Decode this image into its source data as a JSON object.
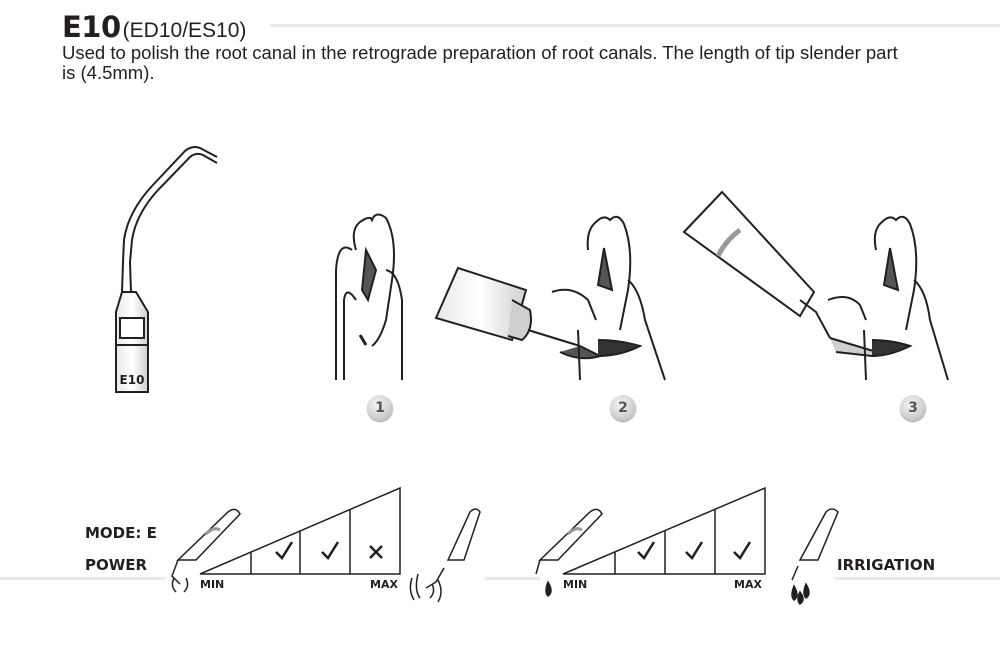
{
  "header": {
    "code": "E10",
    "variants": "(ED10/ES10)",
    "description": "Used to polish the root canal in the retrograde preparation of root canals. The length of tip slender part is (4.5mm)."
  },
  "tip": {
    "engraving": "E10"
  },
  "steps": [
    "1",
    "2",
    "3"
  ],
  "mode_label": "MODE: E",
  "power": {
    "label": "POWER",
    "min": "MIN",
    "max": "MAX",
    "levels": [
      "check",
      "check",
      "cross"
    ]
  },
  "irrigation": {
    "label": "IRRIGATION",
    "min": "MIN",
    "max": "MAX",
    "levels": [
      "check",
      "check",
      "check"
    ]
  }
}
